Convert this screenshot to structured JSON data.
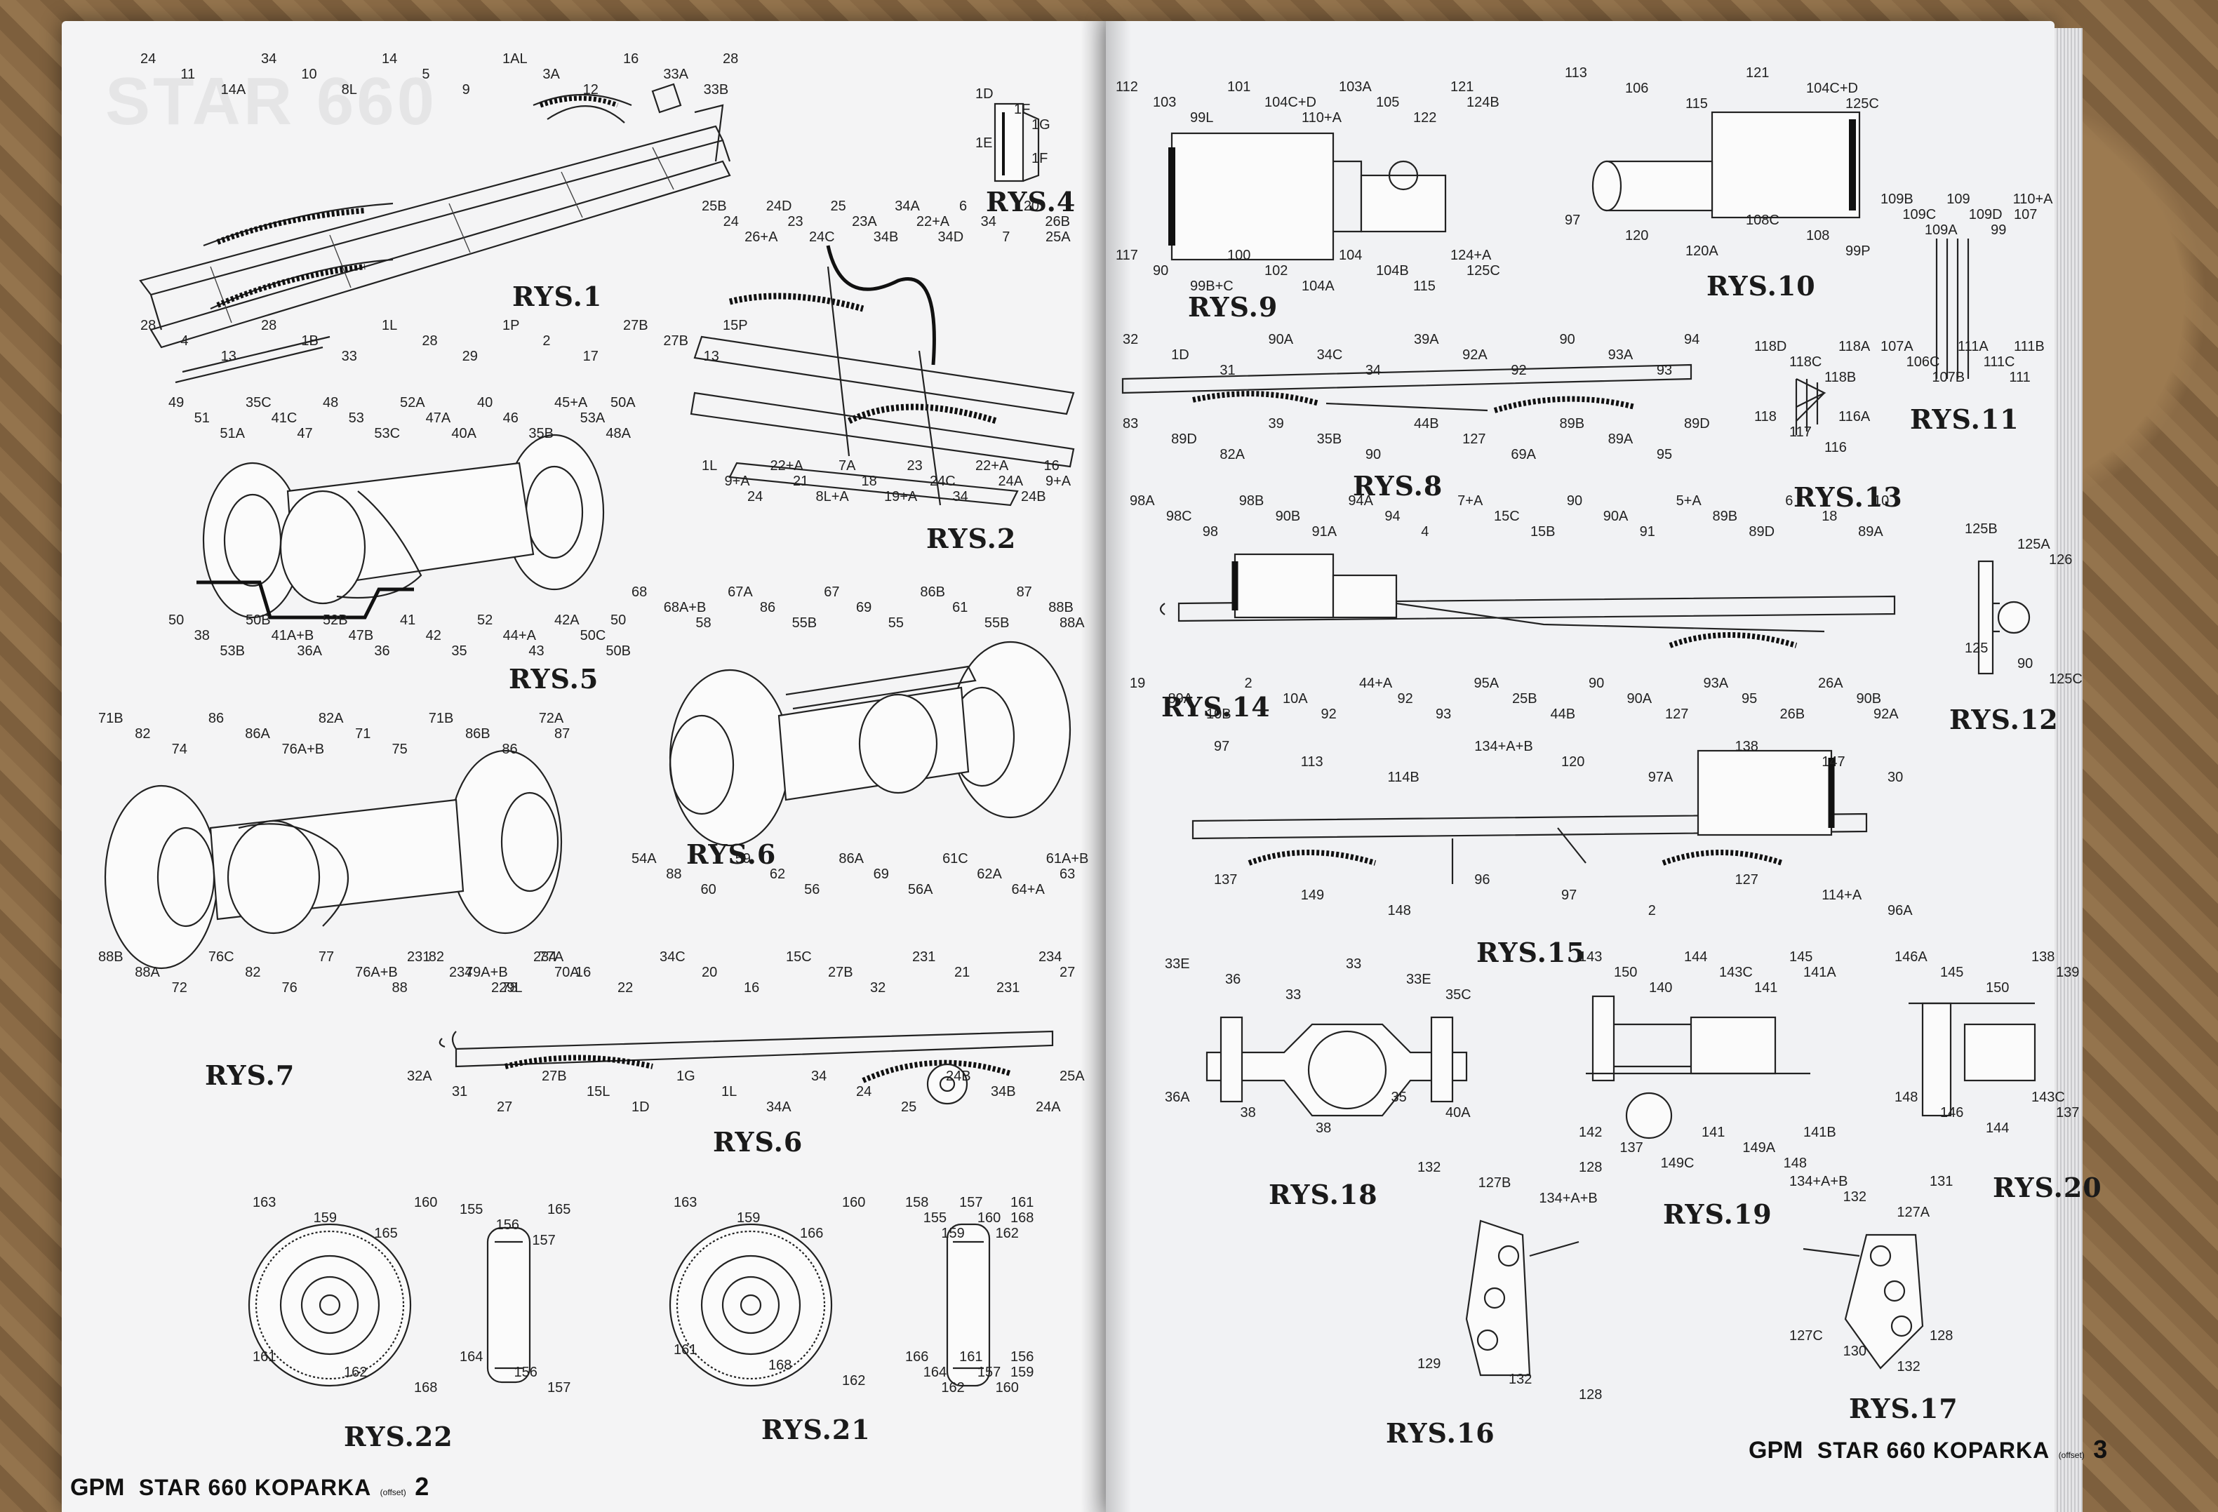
{
  "figures": {
    "rys1": "RYS.1",
    "rys2": "RYS.2",
    "rys4": "RYS.4",
    "rys5": "RYS.5",
    "rys6a": "RYS.6",
    "rys6b": "RYS.6",
    "rys7": "RYS.7",
    "rys21": "RYS.21",
    "rys22": "RYS.22",
    "rys8": "RYS.8",
    "rys9": "RYS.9",
    "rys10": "RYS.10",
    "rys11": "RYS.11",
    "rys12": "RYS.12",
    "rys13": "RYS.13",
    "rys14": "RYS.14",
    "rys15": "RYS.15",
    "rys16": "RYS.16",
    "rys17": "RYS.17",
    "rys18": "RYS.18",
    "rys19": "RYS.19",
    "rys20": "RYS.20"
  },
  "footer_left": {
    "brand": "GPM",
    "title": "STAR 660 KOPARKA",
    "small": "(offset)",
    "page": "2"
  },
  "footer_right": {
    "brand": "GPM",
    "title": "STAR 660 KOPARKA",
    "small": "(offset)",
    "page": "3"
  },
  "watermark": "STAR 660",
  "part_labels": {
    "rys1": [
      "24",
      "11",
      "14A",
      "34",
      "10",
      "8L",
      "14",
      "5",
      "9",
      "1AL",
      "3A",
      "12",
      "16",
      "33A",
      "33B",
      "28",
      "28",
      "4",
      "13",
      "28",
      "1B",
      "33",
      "1L",
      "28",
      "29",
      "1P",
      "2",
      "17",
      "27B",
      "27B",
      "13",
      "15P"
    ],
    "rys2": [
      "25B",
      "24",
      "26+A",
      "24D",
      "23",
      "24C",
      "25",
      "23A",
      "34B",
      "34A",
      "22+A",
      "34D",
      "6",
      "34",
      "7",
      "20",
      "26B",
      "25A",
      "1L",
      "9+A",
      "24",
      "22+A",
      "21",
      "8L+A",
      "7A",
      "18",
      "19+A",
      "23",
      "24C",
      "34",
      "22+A",
      "24A",
      "24B",
      "16",
      "9+A"
    ],
    "rys4": [
      "1D",
      "1F",
      "1G",
      "1E",
      "1F"
    ],
    "rys5": [
      "49",
      "51",
      "51A",
      "35C",
      "41C",
      "47",
      "48",
      "53",
      "53C",
      "52A",
      "47A",
      "40A",
      "40",
      "46",
      "35B",
      "45+A",
      "53A",
      "48A",
      "50A",
      "50",
      "38",
      "53B",
      "50B",
      "41A+B",
      "36A",
      "52B",
      "47B",
      "36",
      "41",
      "42",
      "35",
      "52",
      "44+A",
      "43",
      "42A",
      "50C",
      "50B",
      "50"
    ],
    "rys6a": [
      "68",
      "68A+B",
      "58",
      "67A",
      "86",
      "55B",
      "67",
      "69",
      "55",
      "86B",
      "61",
      "55B",
      "87",
      "88B",
      "88A",
      "54A",
      "88",
      "60",
      "59",
      "62",
      "56",
      "86A",
      "69",
      "56A",
      "61C",
      "62A",
      "64+A",
      "61A+B",
      "63"
    ],
    "rys6b": [
      "231",
      "234",
      "229L",
      "234",
      "16",
      "22",
      "34C",
      "20",
      "16",
      "15C",
      "27B",
      "32",
      "231",
      "21",
      "231",
      "234",
      "27",
      "32A",
      "31",
      "27",
      "27B",
      "15L",
      "1D",
      "1G",
      "1L",
      "34A",
      "34",
      "24",
      "25",
      "24B",
      "34B",
      "24A",
      "25A"
    ],
    "rys7": [
      "71B",
      "82",
      "74",
      "86",
      "86A",
      "76A+B",
      "82A",
      "71",
      "75",
      "71B",
      "86B",
      "86",
      "72A",
      "87",
      "88B",
      "88A",
      "72",
      "76C",
      "82",
      "76",
      "77",
      "76A+B",
      "88",
      "82",
      "79A+B",
      "78",
      "77A",
      "70A"
    ],
    "rys21": [
      "163",
      "159",
      "166",
      "160",
      "161",
      "168",
      "162"
    ],
    "rys21b": [
      "158",
      "155",
      "159",
      "157",
      "160",
      "162",
      "161",
      "168",
      "166",
      "164",
      "162",
      "161",
      "157",
      "160",
      "156",
      "159"
    ],
    "rys22": [
      "163",
      "159",
      "165",
      "160",
      "161",
      "162",
      "168"
    ],
    "rys22b": [
      "155",
      "156",
      "157",
      "165",
      "164",
      "156",
      "157"
    ],
    "rys9": [
      "112",
      "103",
      "99L",
      "101",
      "104C+D",
      "110+A",
      "103A",
      "105",
      "122",
      "121",
      "124B",
      "117",
      "90",
      "99B+C",
      "100",
      "102",
      "104A",
      "104",
      "104B",
      "115",
      "124+A",
      "125C"
    ],
    "rys10": [
      "113",
      "106",
      "115",
      "121",
      "104C+D",
      "125C",
      "97",
      "120",
      "120A",
      "108C",
      "108",
      "99P"
    ],
    "rys11": [
      "109B",
      "109C",
      "109A",
      "109",
      "109D",
      "99",
      "110+A",
      "107",
      "107A",
      "106C",
      "107B",
      "111A",
      "111C",
      "111",
      "111B"
    ],
    "rys8": [
      "32",
      "1D",
      "31",
      "90A",
      "34C",
      "34",
      "39A",
      "92A",
      "92",
      "90",
      "93A",
      "93",
      "94",
      "83",
      "89D",
      "82A",
      "39",
      "35B",
      "90",
      "44B",
      "127",
      "69A",
      "89B",
      "89A",
      "95",
      "89D"
    ],
    "rys13": [
      "118D",
      "118C",
      "118B",
      "118A",
      "118",
      "117",
      "116",
      "116A"
    ],
    "rys14": [
      "98A",
      "98C",
      "98",
      "98B",
      "90B",
      "91A",
      "94A",
      "94",
      "4",
      "7+A",
      "15C",
      "15B",
      "90",
      "90A",
      "91",
      "5+A",
      "89B",
      "89D",
      "6",
      "18",
      "89A",
      "10",
      "19",
      "89A",
      "10B",
      "2",
      "10A",
      "92",
      "44+A",
      "92",
      "93",
      "95A",
      "25B",
      "44B",
      "90",
      "90A",
      "127",
      "93A",
      "95",
      "26B",
      "26A",
      "90B",
      "92A"
    ],
    "rys12": [
      "125B",
      "125A",
      "126",
      "125",
      "90",
      "125C"
    ],
    "rys15": [
      "97",
      "113",
      "114B",
      "134+A+B",
      "120",
      "97A",
      "138",
      "147",
      "30",
      "137",
      "149",
      "148",
      "96",
      "97",
      "2",
      "127",
      "114+A",
      "96A"
    ],
    "rys18": [
      "33E",
      "36",
      "33",
      "33",
      "33E",
      "35C",
      "36A",
      "38",
      "38",
      "35",
      "40A"
    ],
    "rys19": [
      "143",
      "150",
      "140",
      "144",
      "143C",
      "141",
      "145",
      "141A",
      "142",
      "137",
      "149C",
      "141",
      "149A",
      "148",
      "141B"
    ],
    "rys20": [
      "146A",
      "145",
      "150",
      "138",
      "139",
      "148",
      "146",
      "144",
      "143C",
      "137"
    ],
    "rys16": [
      "132",
      "127B",
      "134+A+B",
      "128",
      "129",
      "132",
      "128"
    ],
    "rys17": [
      "134+A+B",
      "132",
      "127A",
      "131",
      "127C",
      "130",
      "132",
      "128"
    ]
  }
}
